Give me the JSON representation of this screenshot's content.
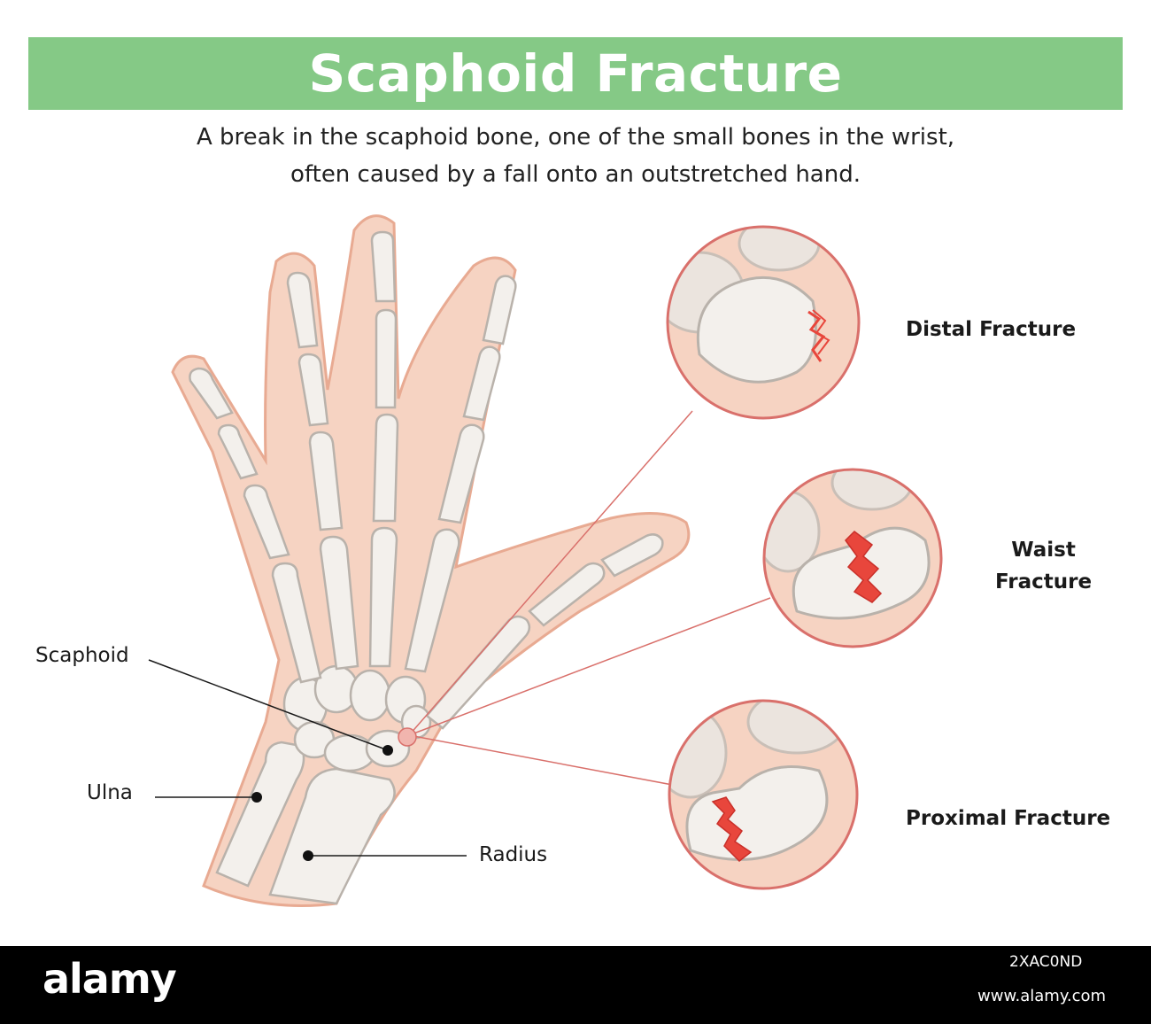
{
  "header": {
    "title": "Scaphoid Fracture",
    "subtitle_line1": "A break in the scaphoid bone, one of the small bones in the wrist,",
    "subtitle_line2": "often caused by a fall onto an outstretched hand."
  },
  "labels": {
    "scaphoid": "Scaphoid",
    "ulna": "Ulna",
    "radius": "Radius"
  },
  "fractures": {
    "distal": "Distal Fracture",
    "waist_line1": "Waist",
    "waist_line2": "Fracture",
    "proximal": "Proximal Fracture"
  },
  "colors": {
    "banner": "#85c986",
    "skin": "#f6d3c2",
    "skin_outline": "#e8aa92",
    "bone": "#f3f0ec",
    "bone_outline": "#b9b2ab",
    "circle_outline": "#d9706b",
    "fracture": "#e8463c"
  },
  "footer": {
    "brand": "alamy",
    "image_id": "2XAC0ND",
    "site": "www.alamy.com"
  }
}
